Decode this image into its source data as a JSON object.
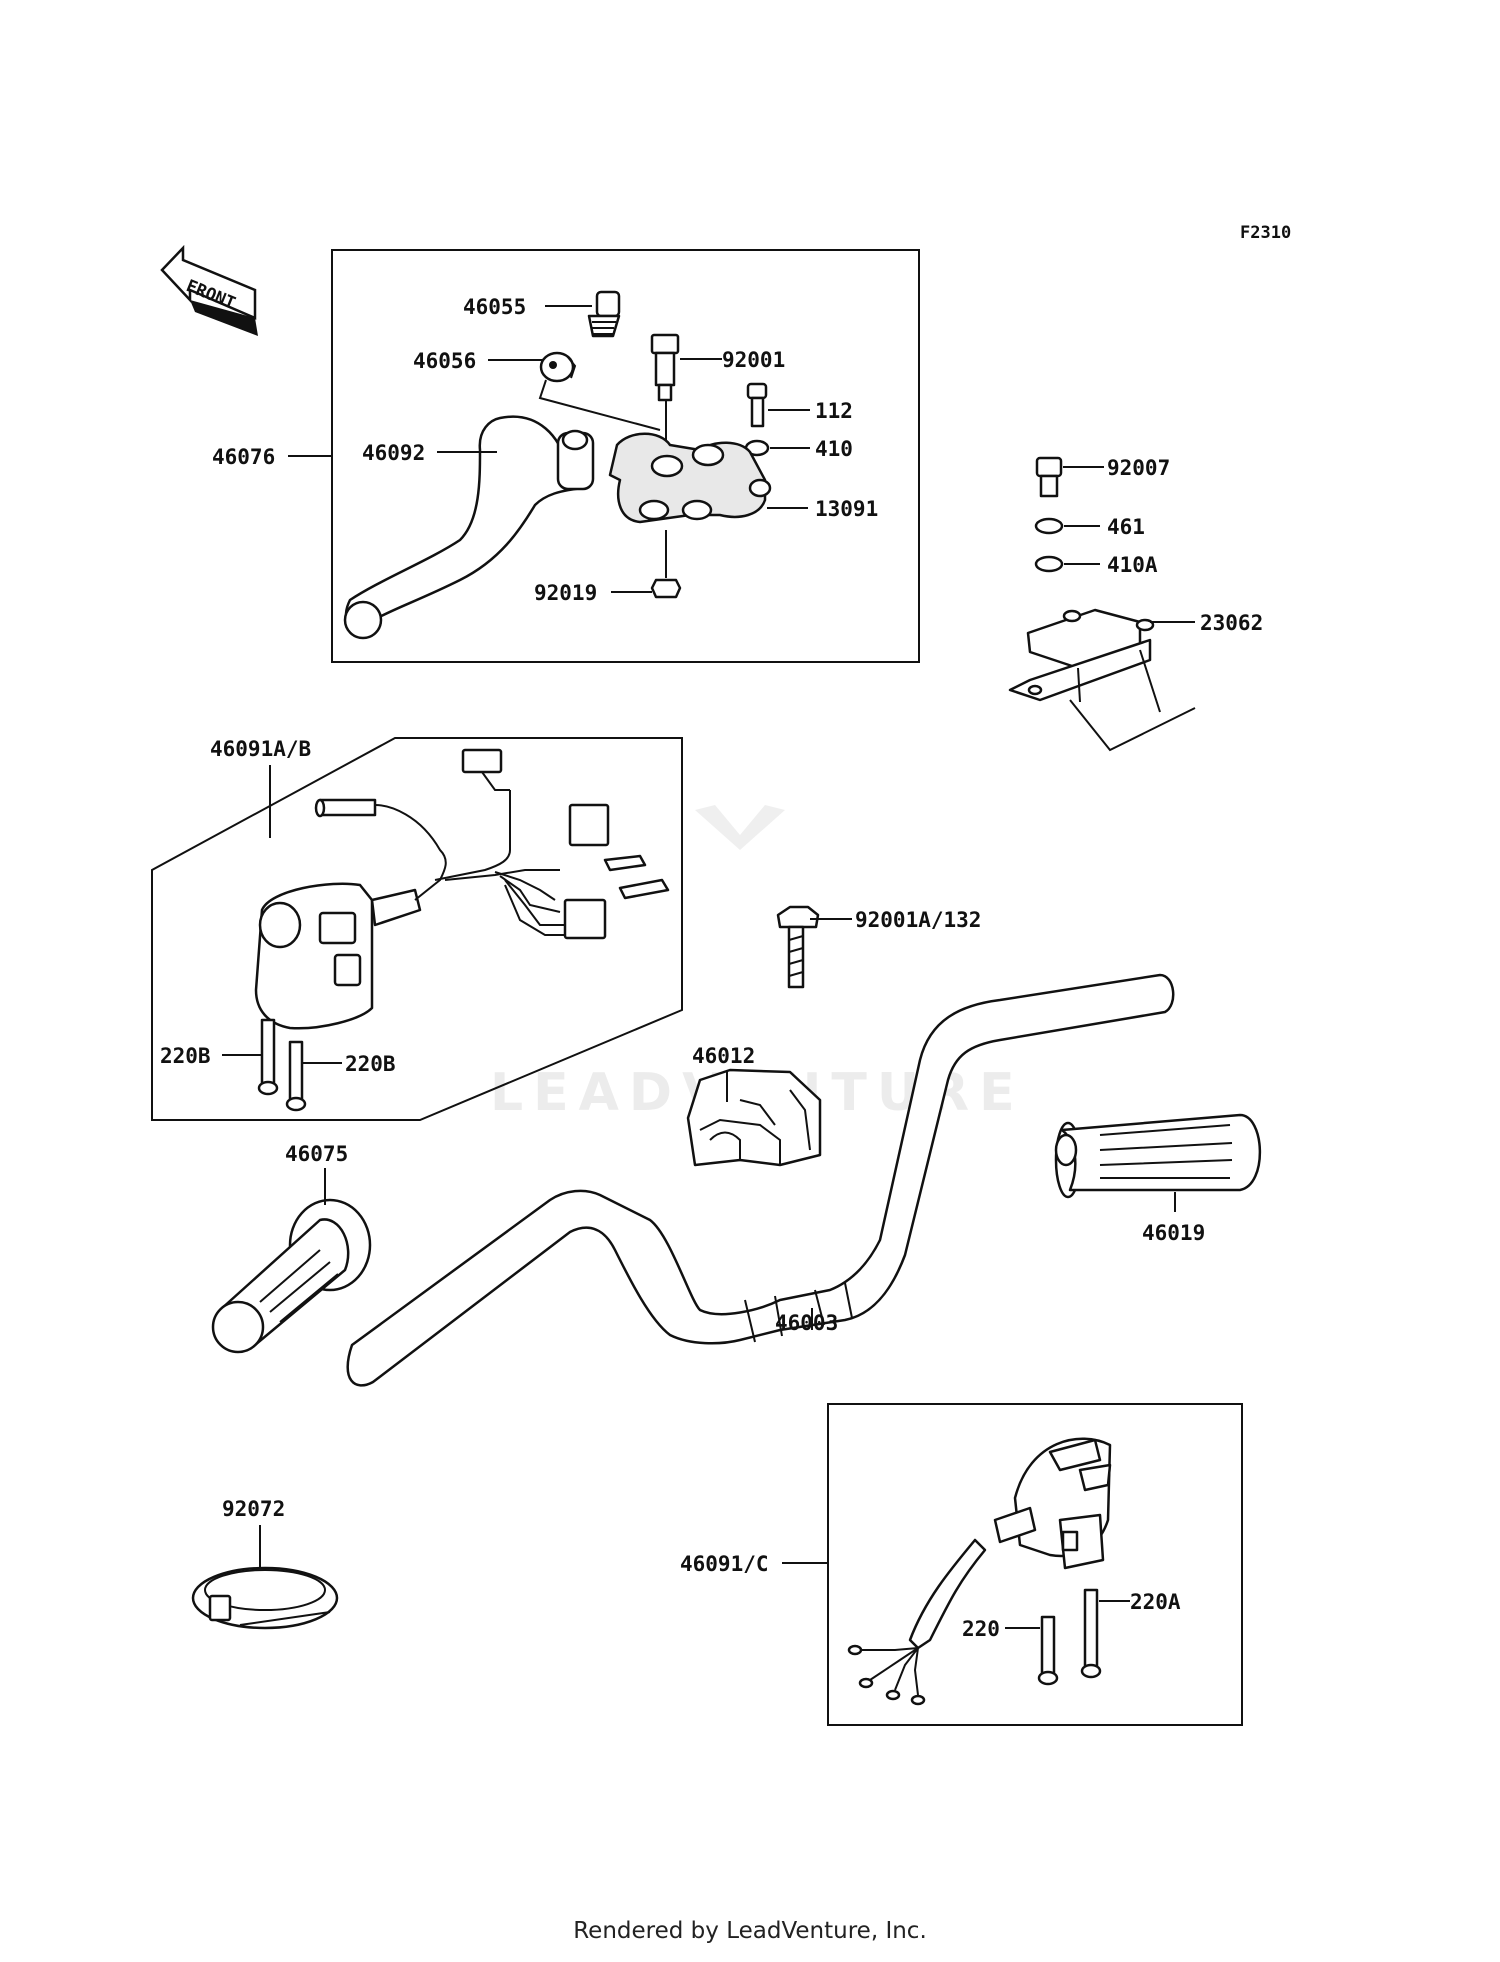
{
  "diagram_code": "F2310",
  "front_label": "FRONT",
  "watermark": "LEADVENTURE",
  "footer": "Rendered by LeadVenture, Inc.",
  "parts": {
    "p46055": "46055",
    "p46056": "46056",
    "p92001": "92001",
    "p112": "112",
    "p410": "410",
    "p46076": "46076",
    "p46092": "46092",
    "p13091": "13091",
    "p92019": "92019",
    "p92007": "92007",
    "p461": "461",
    "p410A": "410A",
    "p23062": "23062",
    "p46091AB": "46091A/B",
    "p92001A132": "92001A/132",
    "p220B_left": "220B",
    "p220B_right": "220B",
    "p46012": "46012",
    "p46075": "46075",
    "p46019": "46019",
    "p46003": "46003",
    "p92072": "92072",
    "p46091C": "46091/C",
    "p220": "220",
    "p220A": "220A"
  }
}
